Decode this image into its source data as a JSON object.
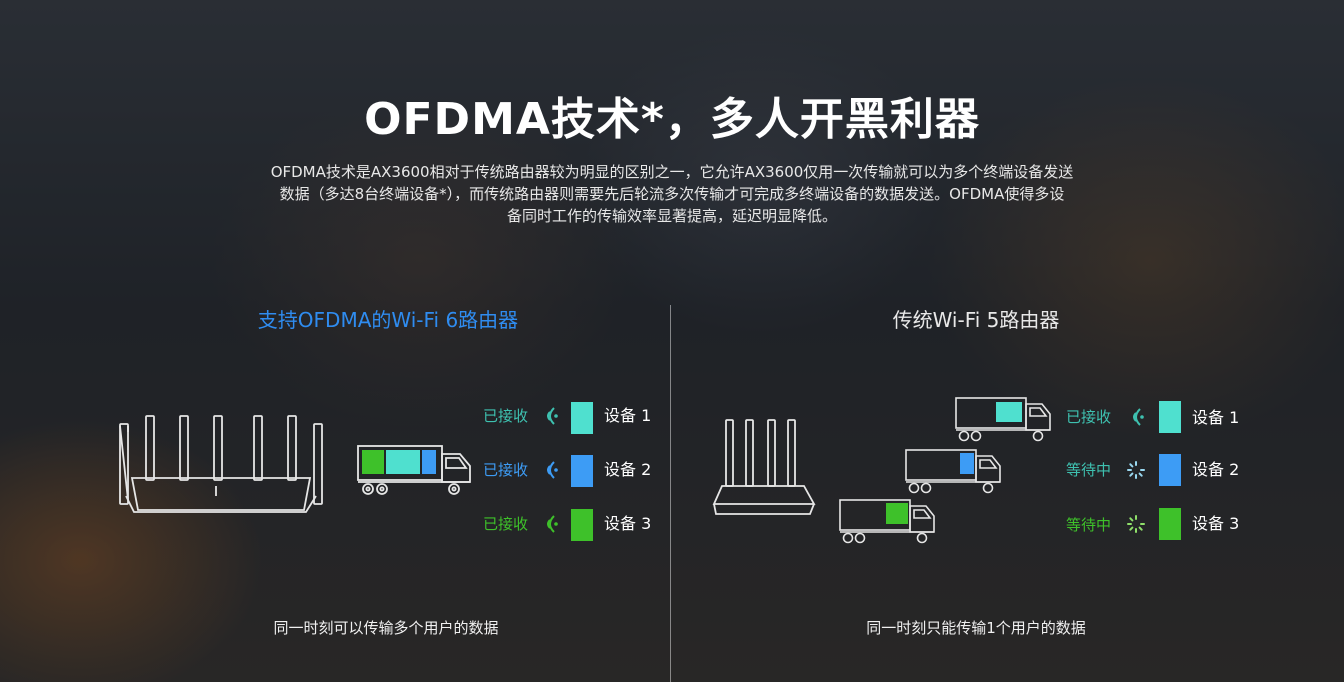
{
  "heading": "OFDMA技术*，多人开黑利器",
  "description": [
    "OFDMA技术是AX3600相对于传统路由器较为明显的区别之一，它允许AX3600仅用一次传输就可以为多个终端设备发送",
    "数据（多达8台终端设备*），而传统路由器则需要先后轮流多次传输才可完成多终端设备的数据发送。OFDMA使得多设",
    "备同时工作的传输效率显著提高，延迟明显降低。"
  ],
  "left_panel": {
    "title": "支持OFDMA的Wi-Fi 6路由器",
    "caption": "同一时刻可以传输多个用户的数据",
    "devices": [
      {
        "status": "已接收",
        "name": "设备 1",
        "color": "#4fe0cf"
      },
      {
        "status": "已接收",
        "name": "设备 2",
        "color": "#3d9cf5"
      },
      {
        "status": "已接收",
        "name": "设备 3",
        "color": "#3ec12a"
      }
    ],
    "status_color": "#3ec1b0"
  },
  "right_panel": {
    "title": "传统Wi-Fi 5路由器",
    "caption": "同一时刻只能传输1个用户的数据",
    "devices": [
      {
        "status": "已接收",
        "name": "设备 1",
        "color": "#4fe0cf"
      },
      {
        "status": "等待中",
        "name": "设备 2",
        "color": "#3d9cf5"
      },
      {
        "status": "等待中",
        "name": "设备 3",
        "color": "#3ec12a"
      }
    ],
    "status_color": "#3ec1b0"
  },
  "colors": {
    "accent_blue": "#2f8cf0",
    "received": "#3ec1b0",
    "cyan_block": "#4fe0cf",
    "blue_block": "#3d9cf5",
    "green_block": "#3ec12a"
  },
  "icons": {
    "wifi_received": "wifi-signal-icon",
    "waiting": "loading-spinner-icon",
    "router_wifi6": "router-six-antenna-icon",
    "router_wifi5": "router-four-antenna-icon",
    "truck": "truck-icon"
  }
}
